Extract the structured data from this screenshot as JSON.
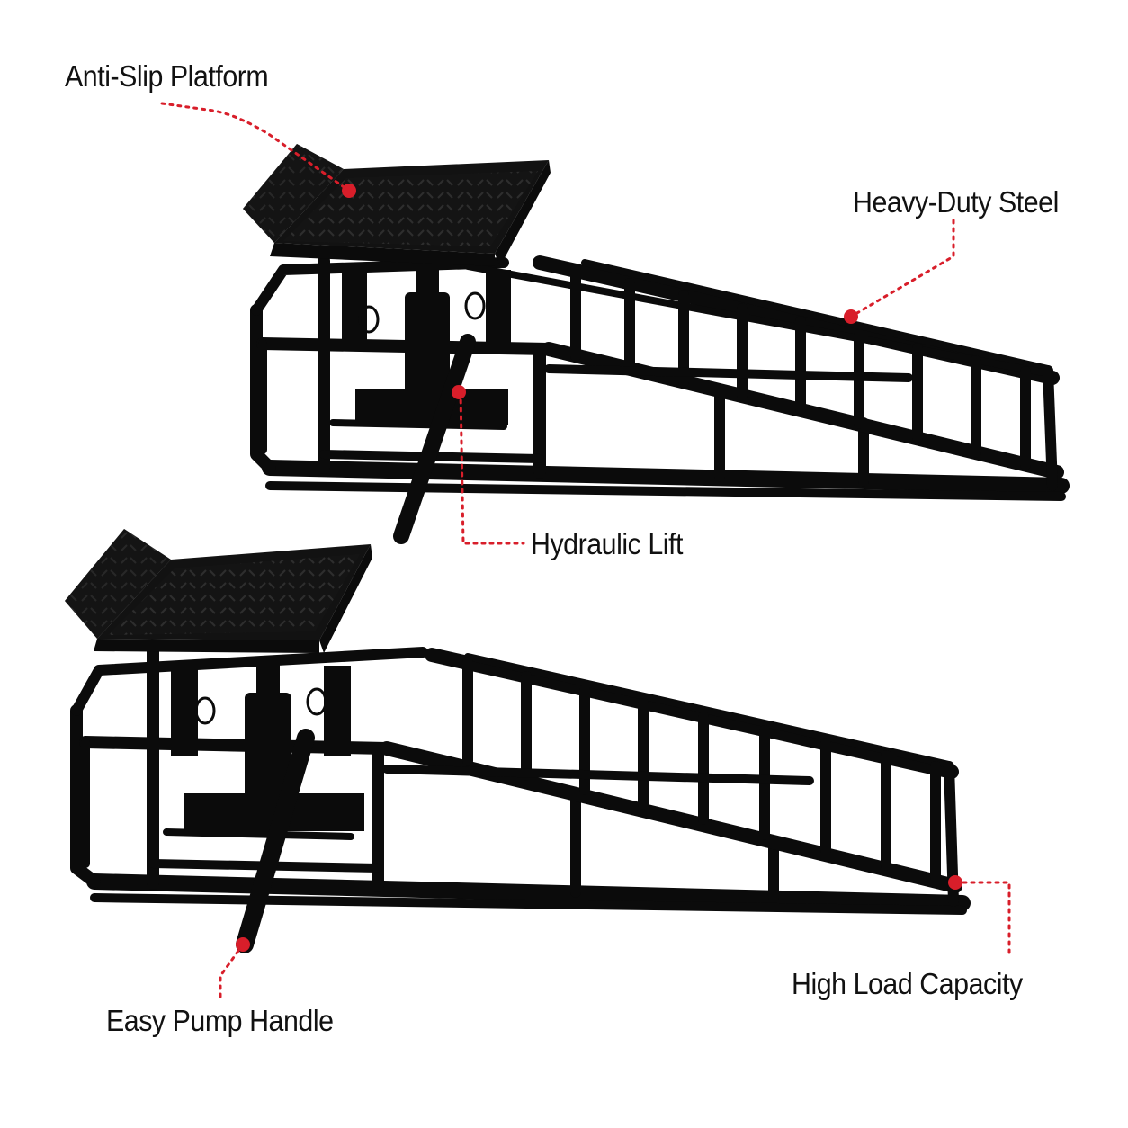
{
  "callouts": {
    "anti_slip": {
      "label": "Anti-Slip Platform"
    },
    "steel": {
      "label": "Heavy-Duty Steel"
    },
    "hydraulic": {
      "label": "Hydraulic Lift"
    },
    "pump": {
      "label": "Easy Pump Handle"
    },
    "capacity": {
      "label": "High Load Capacity"
    }
  },
  "colors": {
    "ramp": "#0b0b0b",
    "platform": "#141414",
    "tread": "#2a2a2a",
    "leader": "#d81e2a",
    "text": "#111111",
    "background": "#ffffff"
  }
}
